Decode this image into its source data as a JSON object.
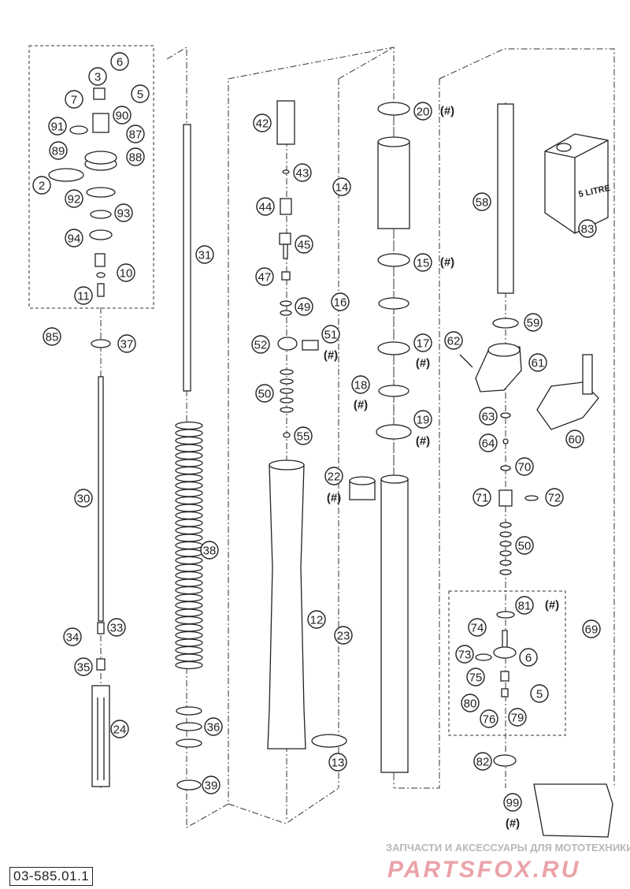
{
  "diagram_code": "03-585.01.1",
  "watermark": {
    "line1": "ЗАПЧАСТИ И АКСЕССУАРЫ ДЛЯ МОТОТЕХНИКИ",
    "line2": "PARTSFOX.RU"
  },
  "can_label": "5 LITRE",
  "hash_mark": "(#)",
  "callouts": [
    "3",
    "6",
    "5",
    "7",
    "90",
    "91",
    "87",
    "89",
    "88",
    "2",
    "92",
    "93",
    "94",
    "10",
    "11",
    "85",
    "37",
    "30",
    "33",
    "34",
    "35",
    "24",
    "31",
    "38",
    "36",
    "39",
    "42",
    "43",
    "44",
    "45",
    "47",
    "49",
    "52",
    "51",
    "50",
    "55",
    "12",
    "13",
    "20",
    "14",
    "15",
    "16",
    "17",
    "18",
    "19",
    "22",
    "23",
    "58",
    "83",
    "59",
    "62",
    "61",
    "63",
    "64",
    "60",
    "70",
    "71",
    "72",
    "50",
    "81",
    "69",
    "74",
    "73",
    "6",
    "75",
    "5",
    "80",
    "76",
    "79",
    "82",
    "99"
  ]
}
